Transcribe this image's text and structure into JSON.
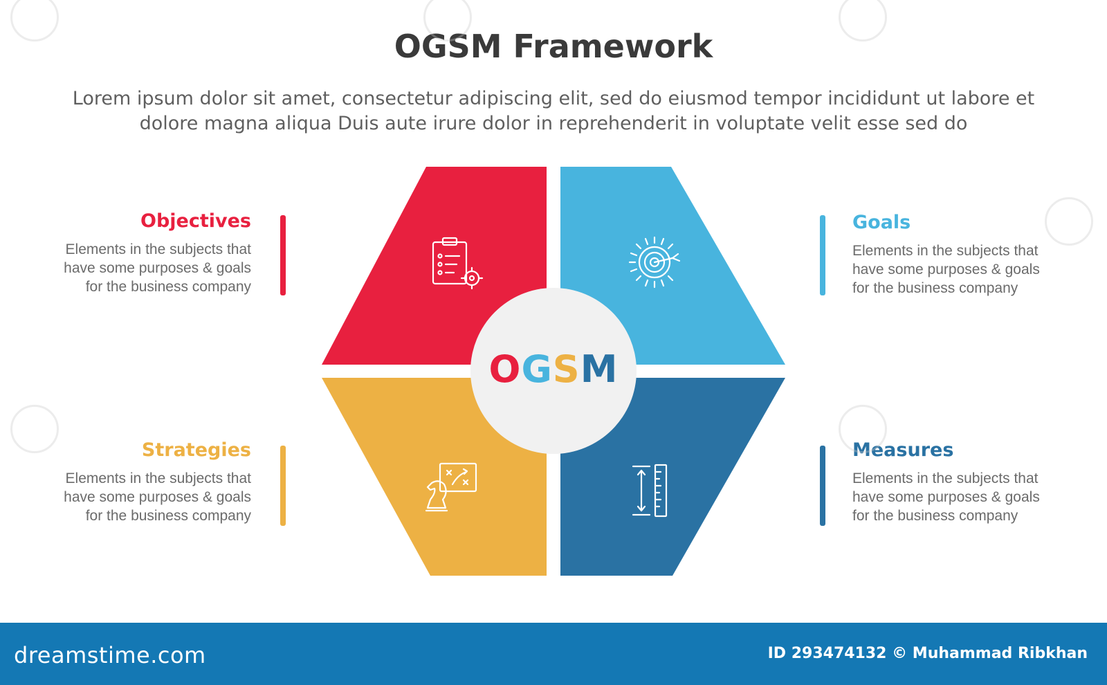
{
  "title": "OGSM Framework",
  "subtitle": "Lorem ipsum dolor sit amet, consectetur adipiscing elit, sed do eiusmod tempor incididunt ut labore et dolore magna aliqua Duis aute irure dolor in reprehenderit in voluptate velit esse sed do",
  "center": {
    "letters": [
      {
        "char": "O",
        "color": "#e8203f"
      },
      {
        "char": "G",
        "color": "#48b4de"
      },
      {
        "char": "S",
        "color": "#edb144"
      },
      {
        "char": "M",
        "color": "#2a72a3"
      }
    ]
  },
  "items": [
    {
      "key": "objectives",
      "title": "Objectives",
      "desc": "Elements in the subjects that\nhave  some purposes & goals\nfor the  business company",
      "color": "#e8203f",
      "icon": "clipboard-target-icon"
    },
    {
      "key": "goals",
      "title": "Goals",
      "desc": "Elements in the subjects that\nhave  some purposes & goals\nfor the  business company",
      "color": "#48b4de",
      "icon": "target-arrow-icon"
    },
    {
      "key": "strategies",
      "title": "Strategies",
      "desc": "Elements in the subjects that\nhave  some purposes & goals\nfor the  business company",
      "color": "#edb144",
      "icon": "chess-board-icon"
    },
    {
      "key": "measures",
      "title": "Measures",
      "desc": "Elements in the subjects that\nhave  some purposes & goals\nfor the  business company",
      "color": "#2a72a3",
      "icon": "ruler-icon"
    }
  ],
  "footer": {
    "logo": "dreamstime.com",
    "credit": "ID 293474132 © Muhammad Ribkhan",
    "color": "#1478b4"
  }
}
